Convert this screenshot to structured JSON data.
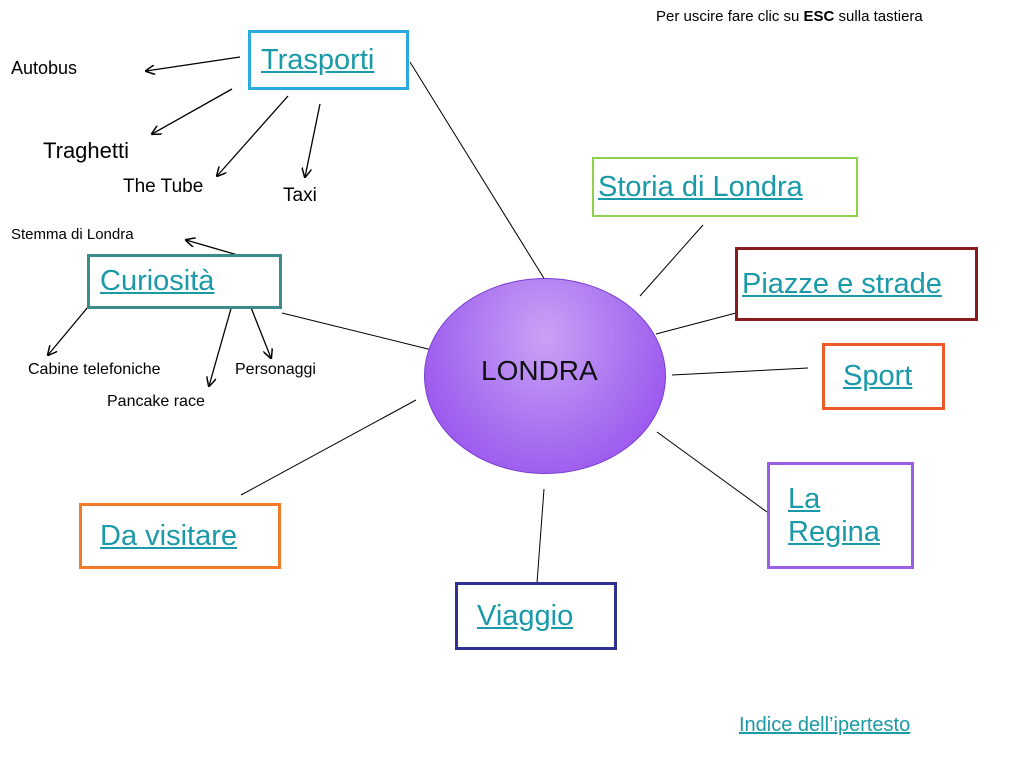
{
  "header": {
    "esc_prefix": "Per uscire fare clic su ",
    "esc_key": "ESC",
    "esc_suffix": " sulla tastiera"
  },
  "center": {
    "label": "LONDRA",
    "color": "#a66ef0"
  },
  "nodes": {
    "trasporti": {
      "label": "Trasporti",
      "border_color": "#29abe2"
    },
    "storia": {
      "label": "Storia di Londra",
      "border_color": "#8fd14f"
    },
    "piazze": {
      "label": "Piazze e strade",
      "border_color": "#8b1a1a"
    },
    "sport": {
      "label": "Sport",
      "border_color": "#f05a28"
    },
    "regina": {
      "label_line1": "La",
      "label_line2": "Regina",
      "border_color": "#9b5de5"
    },
    "viaggio": {
      "label": "Viaggio",
      "border_color": "#2e3192"
    },
    "visitare": {
      "label": "Da visitare",
      "border_color": "#f07a28"
    },
    "curiosita": {
      "label": "Curiosità",
      "border_color": "#3c8c8c"
    }
  },
  "trasporti_items": {
    "autobus": "Autobus",
    "traghetti": "Traghetti",
    "tube": "The Tube",
    "taxi": "Taxi"
  },
  "curiosita_items": {
    "stemma": "Stemma di Londra",
    "cabine": "Cabine telefoniche",
    "pancake": "Pancake race",
    "personaggi": "Personaggi"
  },
  "footer": {
    "index_link": "Indice dell’ipertesto",
    "link_color": "#1a9aa8"
  }
}
